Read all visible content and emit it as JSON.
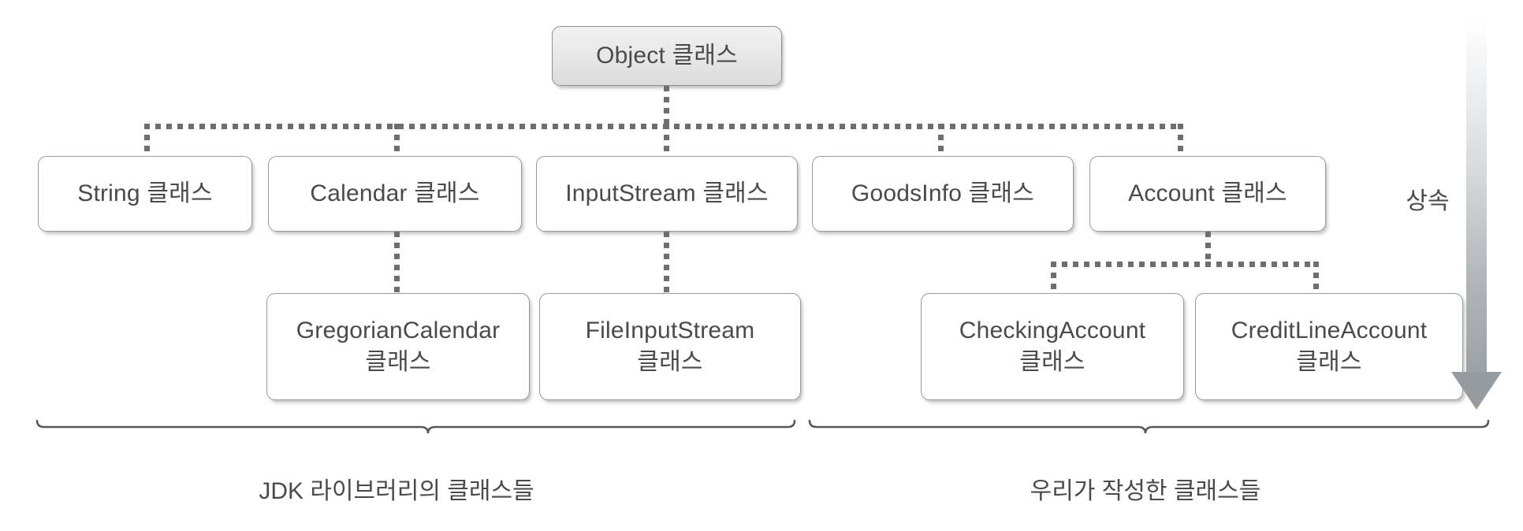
{
  "diagram": {
    "title": "Java class inheritance hierarchy",
    "root": {
      "label": "Object 클래스"
    },
    "level2": [
      {
        "label": "String 클래스"
      },
      {
        "label": "Calendar 클래스"
      },
      {
        "label": "InputStream 클래스"
      },
      {
        "label": "GoodsInfo 클래스"
      },
      {
        "label": "Account 클래스"
      }
    ],
    "level3": [
      {
        "label": "GregorianCalendar\n클래스"
      },
      {
        "label": "FileInputStream\n클래스"
      },
      {
        "label": "CheckingAccount\n클래스"
      },
      {
        "label": "CreditLineAccount\n클래스"
      }
    ],
    "annotations": {
      "inheritance_direction": "상속",
      "group_left": "JDK 라이브러리의 클래스들",
      "group_right": "우리가 작성한 클래스들"
    },
    "colors": {
      "box_border": "#9a9a9a",
      "box_fill": "#ffffff",
      "root_fill": "#e9e9e9",
      "connector": "#6e6e6e",
      "text": "#4a4a4a",
      "arrow": "#969b9f",
      "brace": "#595959"
    }
  }
}
